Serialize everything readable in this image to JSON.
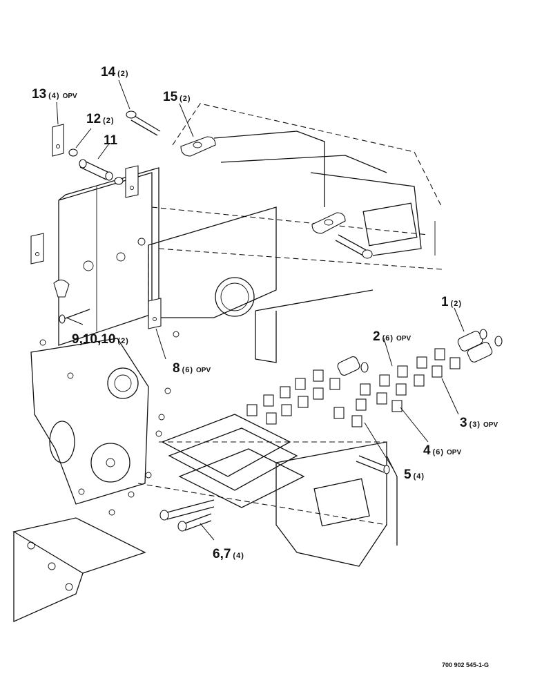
{
  "callouts": [
    {
      "id": "c14",
      "number": "14",
      "qty": "(2)",
      "opv": ""
    },
    {
      "id": "c13",
      "number": "13",
      "qty": "(4)",
      "opv": "OPV"
    },
    {
      "id": "c15",
      "number": "15",
      "qty": "(2)",
      "opv": ""
    },
    {
      "id": "c12",
      "number": "12",
      "qty": "(2)",
      "opv": ""
    },
    {
      "id": "c11",
      "number": "11",
      "qty": "",
      "opv": ""
    },
    {
      "id": "c1",
      "number": "1",
      "qty": "(2)",
      "opv": ""
    },
    {
      "id": "c2",
      "number": "2",
      "qty": "(6)",
      "opv": "OPV"
    },
    {
      "id": "c9",
      "number": "9,10,10",
      "qty": "(2)",
      "opv": ""
    },
    {
      "id": "c8",
      "number": "8",
      "qty": "(6)",
      "opv": "OPV"
    },
    {
      "id": "c3",
      "number": "3",
      "qty": "(3)",
      "opv": "OPV"
    },
    {
      "id": "c4",
      "number": "4",
      "qty": "(6)",
      "opv": "OPV"
    },
    {
      "id": "c5",
      "number": "5",
      "qty": "(4)",
      "opv": ""
    },
    {
      "id": "c6",
      "number": "6,7",
      "qty": "(4)",
      "opv": ""
    }
  ],
  "document_number": "700 902 545-1-G"
}
